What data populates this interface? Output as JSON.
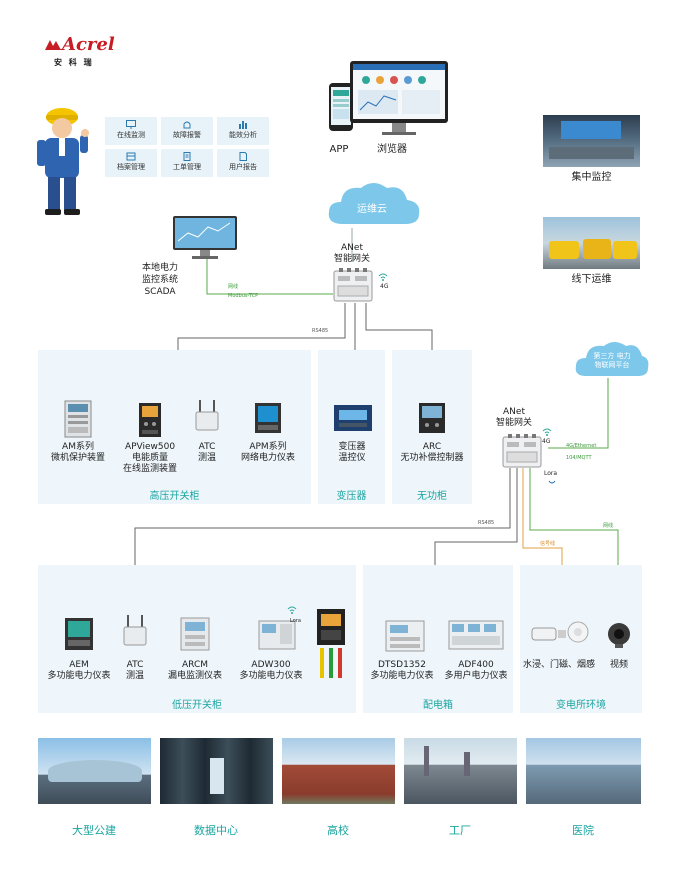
{
  "brand": {
    "logo_text": "Acrel",
    "subtitle": "安 科 瑞"
  },
  "functions": [
    "在线监测",
    "故障报警",
    "能效分析",
    "档案管理",
    "工单管理",
    "用户报告"
  ],
  "clients": {
    "app": "APP",
    "browser": "浏览器"
  },
  "cloud": {
    "label": "运维云"
  },
  "right_panel": {
    "monitor": "集中监控",
    "offline": "线下运维"
  },
  "scada": {
    "line1": "本地电力",
    "line2": "监控系统",
    "line3": "SCADA"
  },
  "gateway1": {
    "line1": "ANet",
    "line2": "智能网关",
    "signal": "4G"
  },
  "gateway2": {
    "line1": "ANet",
    "line2": "智能网关",
    "signal": "4G",
    "lora": "Lora"
  },
  "links": {
    "net1": "网线",
    "net1b": "Modbus-TCP",
    "rs485a": "RS485",
    "rs485b": "RS485",
    "eth4g_a": "4G/Ethernet",
    "eth4g_b": "104/MQTT",
    "signal_line": "信号线",
    "net2": "网线",
    "lora_small": "Lora",
    "lora_adw": "Lora"
  },
  "third_party": {
    "line1": "第三方 电力",
    "line2": "物联网平台"
  },
  "zones": {
    "hv": "高压开关柜",
    "transformer": "变压器",
    "reactive": "无功柜",
    "lv": "低压开关柜",
    "distribution": "配电箱",
    "environment": "变电所环境"
  },
  "hv_devices": [
    {
      "l1": "AM系列",
      "l2": "微机保护装置"
    },
    {
      "l1": "APView500",
      "l2": "电能质量",
      "l3": "在线监测装置"
    },
    {
      "l1": "ATC",
      "l2": "测温"
    },
    {
      "l1": "APM系列",
      "l2": "网络电力仪表"
    }
  ],
  "tr_device": {
    "l1": "变压器",
    "l2": "温控仪"
  },
  "arc_device": {
    "l1": "ARC",
    "l2": "无功补偿控制器"
  },
  "lv_devices": [
    {
      "l1": "AEM",
      "l2": "多功能电力仪表"
    },
    {
      "l1": "ATC",
      "l2": "测温"
    },
    {
      "l1": "ARCM",
      "l2": "漏电监测仪表"
    },
    {
      "l1": "ADW300",
      "l2": "多功能电力仪表"
    }
  ],
  "dist_devices": [
    {
      "l1": "DTSD1352",
      "l2": "多功能电力仪表"
    },
    {
      "l1": "ADF400",
      "l2": "多用户电力仪表"
    }
  ],
  "env_devices": [
    {
      "l1": "水浸、门磁、烟感"
    },
    {
      "l1": "视频"
    }
  ],
  "applications": [
    "大型公建",
    "数据中心",
    "高校",
    "工厂",
    "医院"
  ]
}
